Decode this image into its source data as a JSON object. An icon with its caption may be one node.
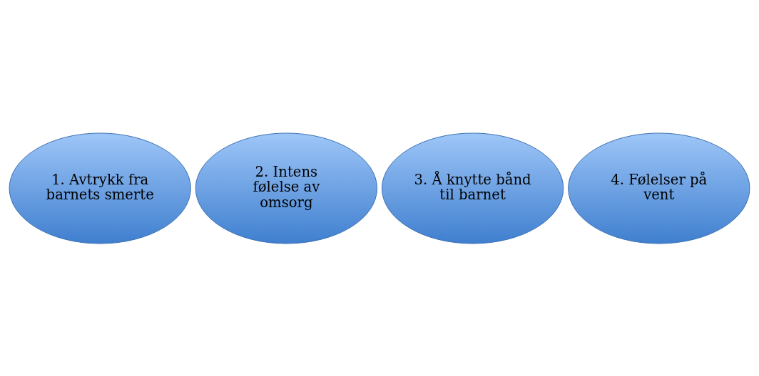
{
  "diagram": {
    "nodes": [
      {
        "text": [
          "1. Avtrykk fra barnets smerte"
        ]
      },
      {
        "text": [
          "2. Intens følelse av omsorg"
        ]
      },
      {
        "text": [
          "3. Å knytte bånd til barnet"
        ]
      },
      {
        "text": [
          "4. Følelser på vent"
        ]
      }
    ],
    "edges": []
  }
}
